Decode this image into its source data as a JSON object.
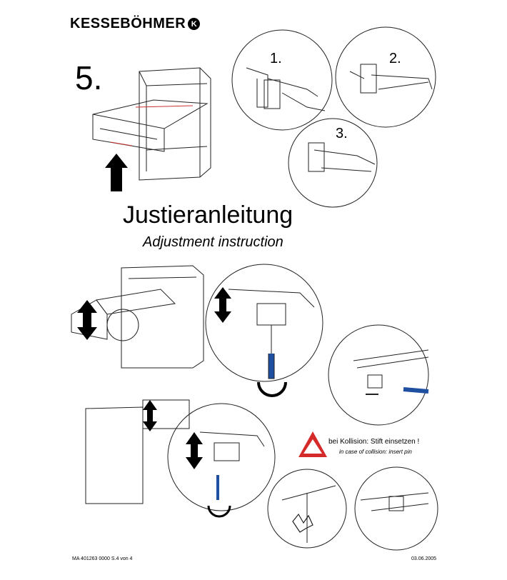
{
  "brand": {
    "name": "KESSEBÖHMER",
    "logo_letter": "K"
  },
  "step_number": "5.",
  "detail_steps": [
    "1.",
    "2.",
    "3."
  ],
  "title": {
    "de": "Justieranleitung",
    "en": "Adjustment instruction"
  },
  "warning": {
    "de": "bei Kollision: Stift einsetzen !",
    "en": "in case of collision: insert pin"
  },
  "footer": {
    "doc_id": "MA 401263 0000  S.4 von 4",
    "date": "03.06.2005"
  },
  "colors": {
    "screwdriver": "#1f4fa0",
    "warning": "#d42a2a"
  }
}
